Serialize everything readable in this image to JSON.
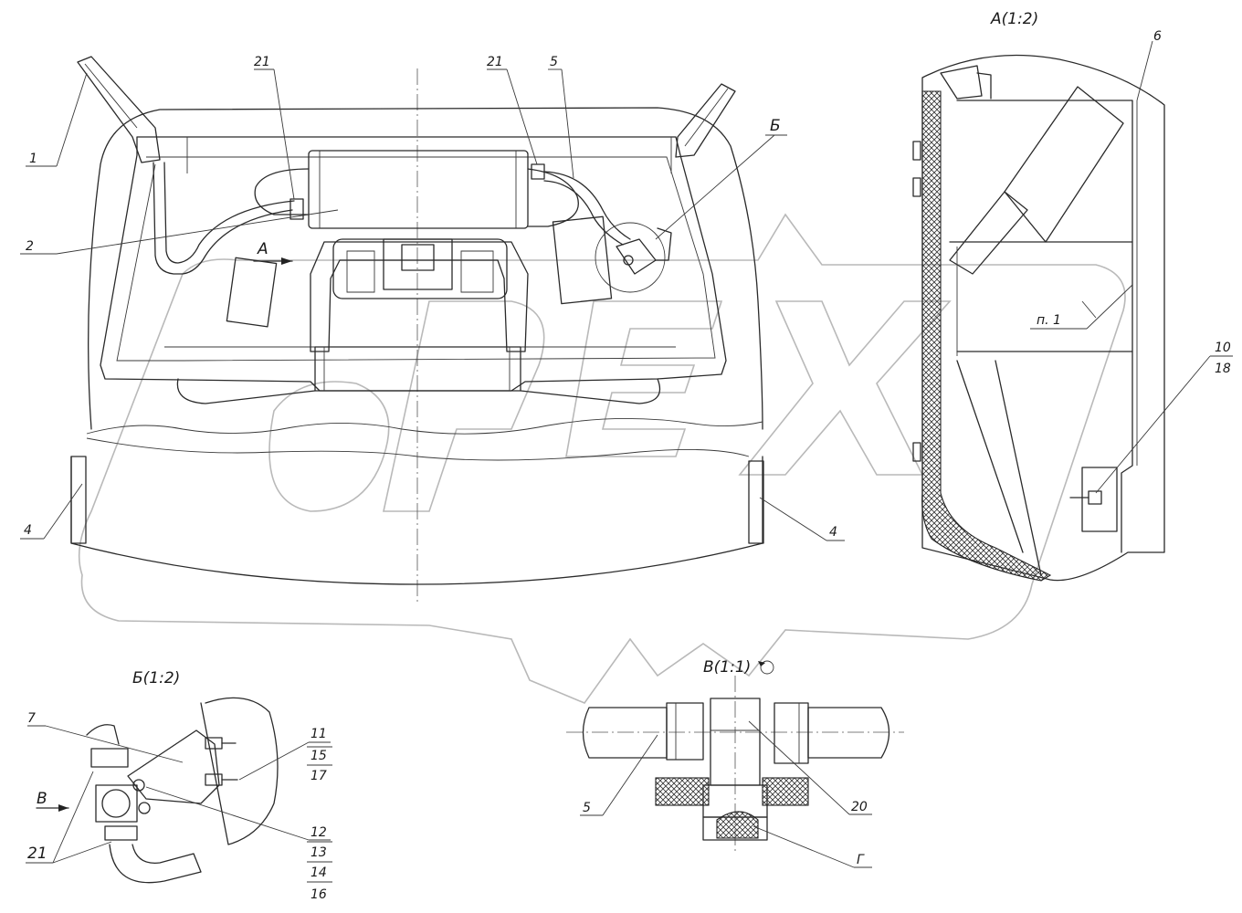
{
  "views": {
    "view_a": "A(1:2)",
    "view_b": "Б(1:2)",
    "view_v": "В(1:1)"
  },
  "arrows": {
    "a": "A",
    "v": "В"
  },
  "callouts": {
    "c1": "1",
    "c2": "2",
    "c4_left": "4",
    "c4_right": "4",
    "c21_left": "21",
    "c21_right": "21",
    "c5_top": "5",
    "c_b": "Б",
    "c6": "6",
    "c_n1": "п. 1",
    "c10": "10",
    "c18": "18",
    "c7": "7",
    "c11": "11",
    "c15": "15",
    "c17": "17",
    "c12": "12",
    "c13": "13",
    "c14": "14",
    "c16": "16",
    "c21_b": "21",
    "c5_v": "5",
    "c20": "20",
    "c_g": "Г"
  }
}
